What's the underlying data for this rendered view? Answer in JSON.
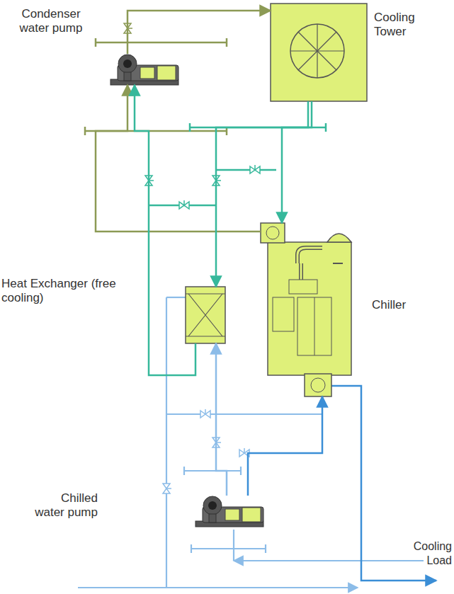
{
  "diagram": {
    "nodes": [
      {
        "text": [
          "Condenser water pump"
        ]
      },
      {
        "text": [
          "Cooling Tower"
        ]
      },
      {
        "text": [
          "Heat Exchanger (free cooling)"
        ]
      },
      {
        "text": [
          "Chiller"
        ]
      },
      {
        "text": [
          "Chilled water pump"
        ]
      }
    ],
    "edges": [
      {
        "from": 1,
        "to": 3,
        "arrow": "to"
      },
      {
        "from": 3,
        "to": 0,
        "arrow": "to"
      },
      {
        "from": 0,
        "to": 1,
        "arrow": "to"
      },
      {
        "from": 1,
        "to": 2,
        "arrow": "to"
      },
      {
        "from": 2,
        "to": 0,
        "arrow": "to"
      },
      {
        "from": 4,
        "to": 3,
        "arrow": "to"
      },
      {
        "from": 4,
        "to": 2,
        "arrow": "to"
      }
    ],
    "labels": [
      "Cooling Load"
    ]
  }
}
